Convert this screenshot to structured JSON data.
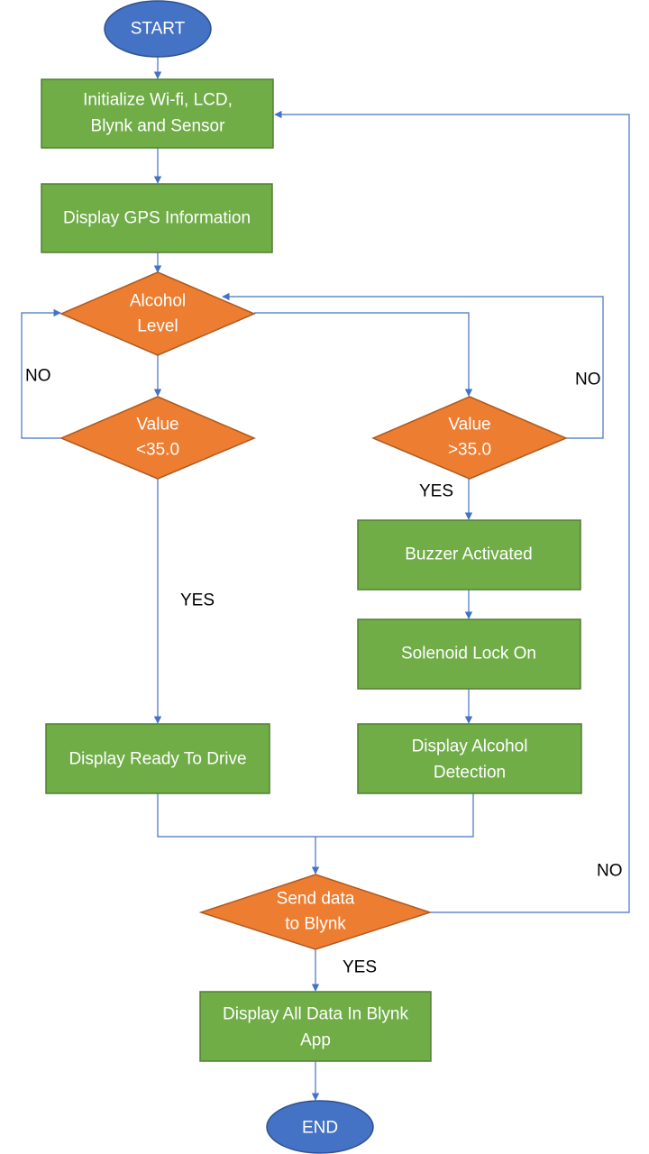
{
  "nodes": {
    "start": "START",
    "init": [
      "Initialize Wi-fi, LCD,",
      "Blynk and Sensor"
    ],
    "gps": "Display GPS Information",
    "alcohol": [
      "Alcohol",
      "Level"
    ],
    "value_low": [
      "Value",
      "<35.0"
    ],
    "value_high": [
      "Value",
      ">35.0"
    ],
    "buzzer": "Buzzer Activated",
    "solenoid": "Solenoid Lock On",
    "ready": "Display  Ready To Drive",
    "detection": [
      "Display  Alcohol",
      "Detection"
    ],
    "send": [
      "Send data",
      "to Blynk"
    ],
    "display_all": [
      "Display All Data In Blynk",
      "App"
    ],
    "end": "END"
  },
  "edge_labels": {
    "no_left": "NO",
    "no_right": "NO",
    "yes_high": "YES",
    "yes_low": "YES",
    "no_send": "NO",
    "yes_send": "YES"
  },
  "colors": {
    "process": "#70ad47",
    "decision": "#ed7d31",
    "terminal": "#4472c4",
    "connector": "#4472c4"
  }
}
